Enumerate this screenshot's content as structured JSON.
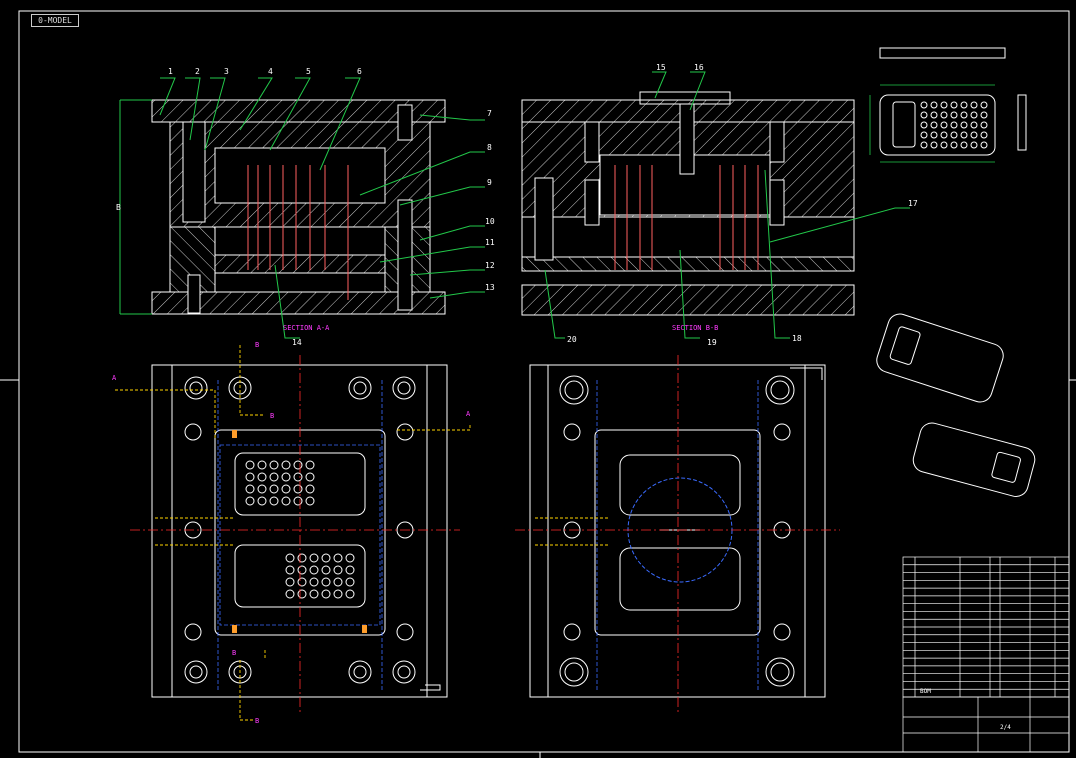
{
  "drawing": {
    "tab_label": "0-MODEL",
    "colors": {
      "background": "#000000",
      "outline": "#ffffff",
      "center_line": "#ff2b2b",
      "section_label": "#ff3cff",
      "ejector": "#ffd400",
      "leader_line": "#22c84a",
      "hidden_line": "#3a6bff",
      "accent_orange": "#ff9d2b"
    },
    "section_a": {
      "label": "SECTION A-A",
      "callouts": [
        "1",
        "2",
        "3",
        "4",
        "5",
        "6",
        "7",
        "8",
        "9",
        "10",
        "11",
        "12",
        "13",
        "14"
      ],
      "dimension": "B"
    },
    "section_b": {
      "label": "SECTION B-B",
      "callouts": [
        "15",
        "16",
        "17",
        "18",
        "19",
        "20"
      ]
    },
    "plan_markers": {
      "a": "A",
      "b": "B"
    },
    "title_block": {
      "rows": 18,
      "bottom_labels": [
        "2/4",
        "BOM"
      ]
    }
  }
}
